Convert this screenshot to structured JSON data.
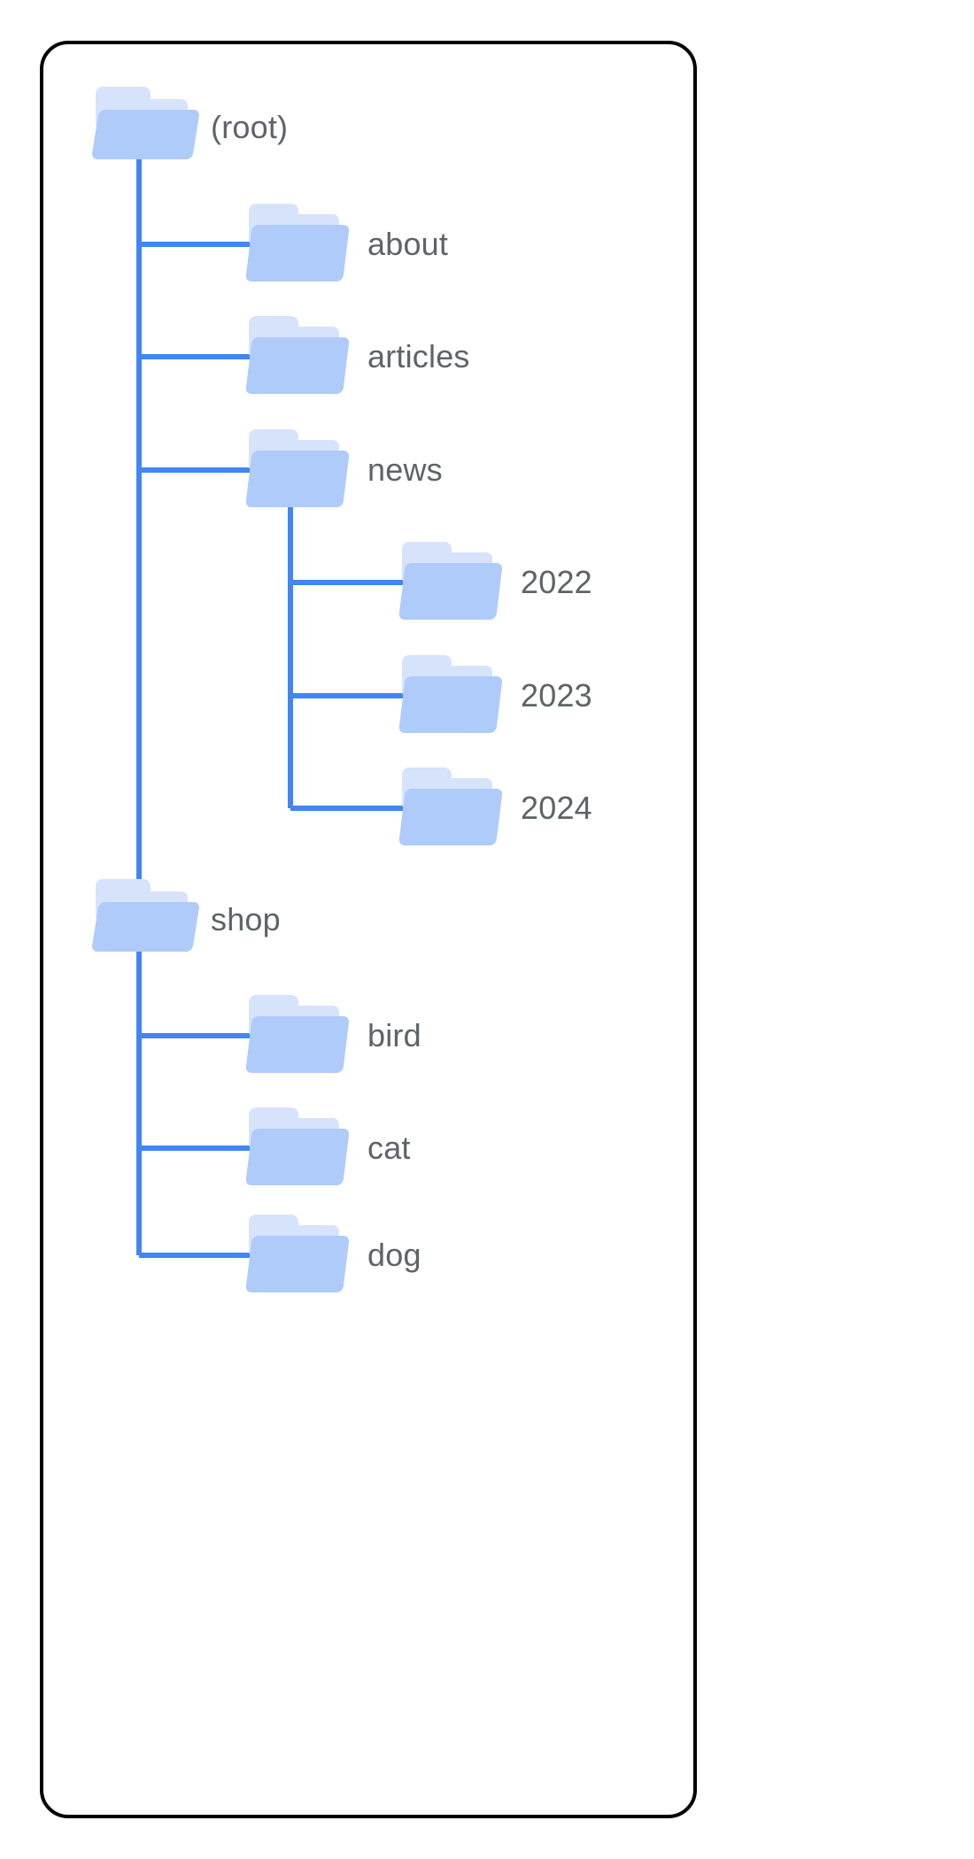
{
  "diagram": {
    "type": "folder-tree",
    "title": "",
    "colors": {
      "connector": "#4285F4",
      "folder_front": "#AECBFA",
      "folder_back": "#D7E3FB",
      "label_text": "#5F6368",
      "card_border": "#000000",
      "background": "#FFFFFF"
    }
  },
  "tree": {
    "root": {
      "label": "(root)",
      "depth": 0
    },
    "nodes": [
      {
        "id": "root",
        "label": "(root)",
        "depth": 0,
        "parent": null,
        "icon": "folder-icon"
      },
      {
        "id": "about",
        "label": "about",
        "depth": 1,
        "parent": "root",
        "icon": "folder-icon"
      },
      {
        "id": "articles",
        "label": "articles",
        "depth": 1,
        "parent": "root",
        "icon": "folder-icon"
      },
      {
        "id": "news",
        "label": "news",
        "depth": 1,
        "parent": "root",
        "icon": "folder-icon"
      },
      {
        "id": "y2022",
        "label": "2022",
        "depth": 2,
        "parent": "news",
        "icon": "folder-icon"
      },
      {
        "id": "y2023",
        "label": "2023",
        "depth": 2,
        "parent": "news",
        "icon": "folder-icon"
      },
      {
        "id": "y2024",
        "label": "2024",
        "depth": 2,
        "parent": "news",
        "icon": "folder-icon"
      },
      {
        "id": "shop",
        "label": "shop",
        "depth": 0,
        "parent": "root",
        "icon": "folder-icon"
      },
      {
        "id": "bird",
        "label": "bird",
        "depth": 1,
        "parent": "shop",
        "icon": "folder-icon"
      },
      {
        "id": "cat",
        "label": "cat",
        "depth": 1,
        "parent": "shop",
        "icon": "folder-icon"
      },
      {
        "id": "dog",
        "label": "dog",
        "depth": 1,
        "parent": "shop",
        "icon": "folder-icon"
      }
    ]
  },
  "labels": {
    "root": "(root)",
    "about": "about",
    "articles": "articles",
    "news": "news",
    "y2022": "2022",
    "y2023": "2023",
    "y2024": "2024",
    "shop": "shop",
    "bird": "bird",
    "cat": "cat",
    "dog": "dog"
  }
}
